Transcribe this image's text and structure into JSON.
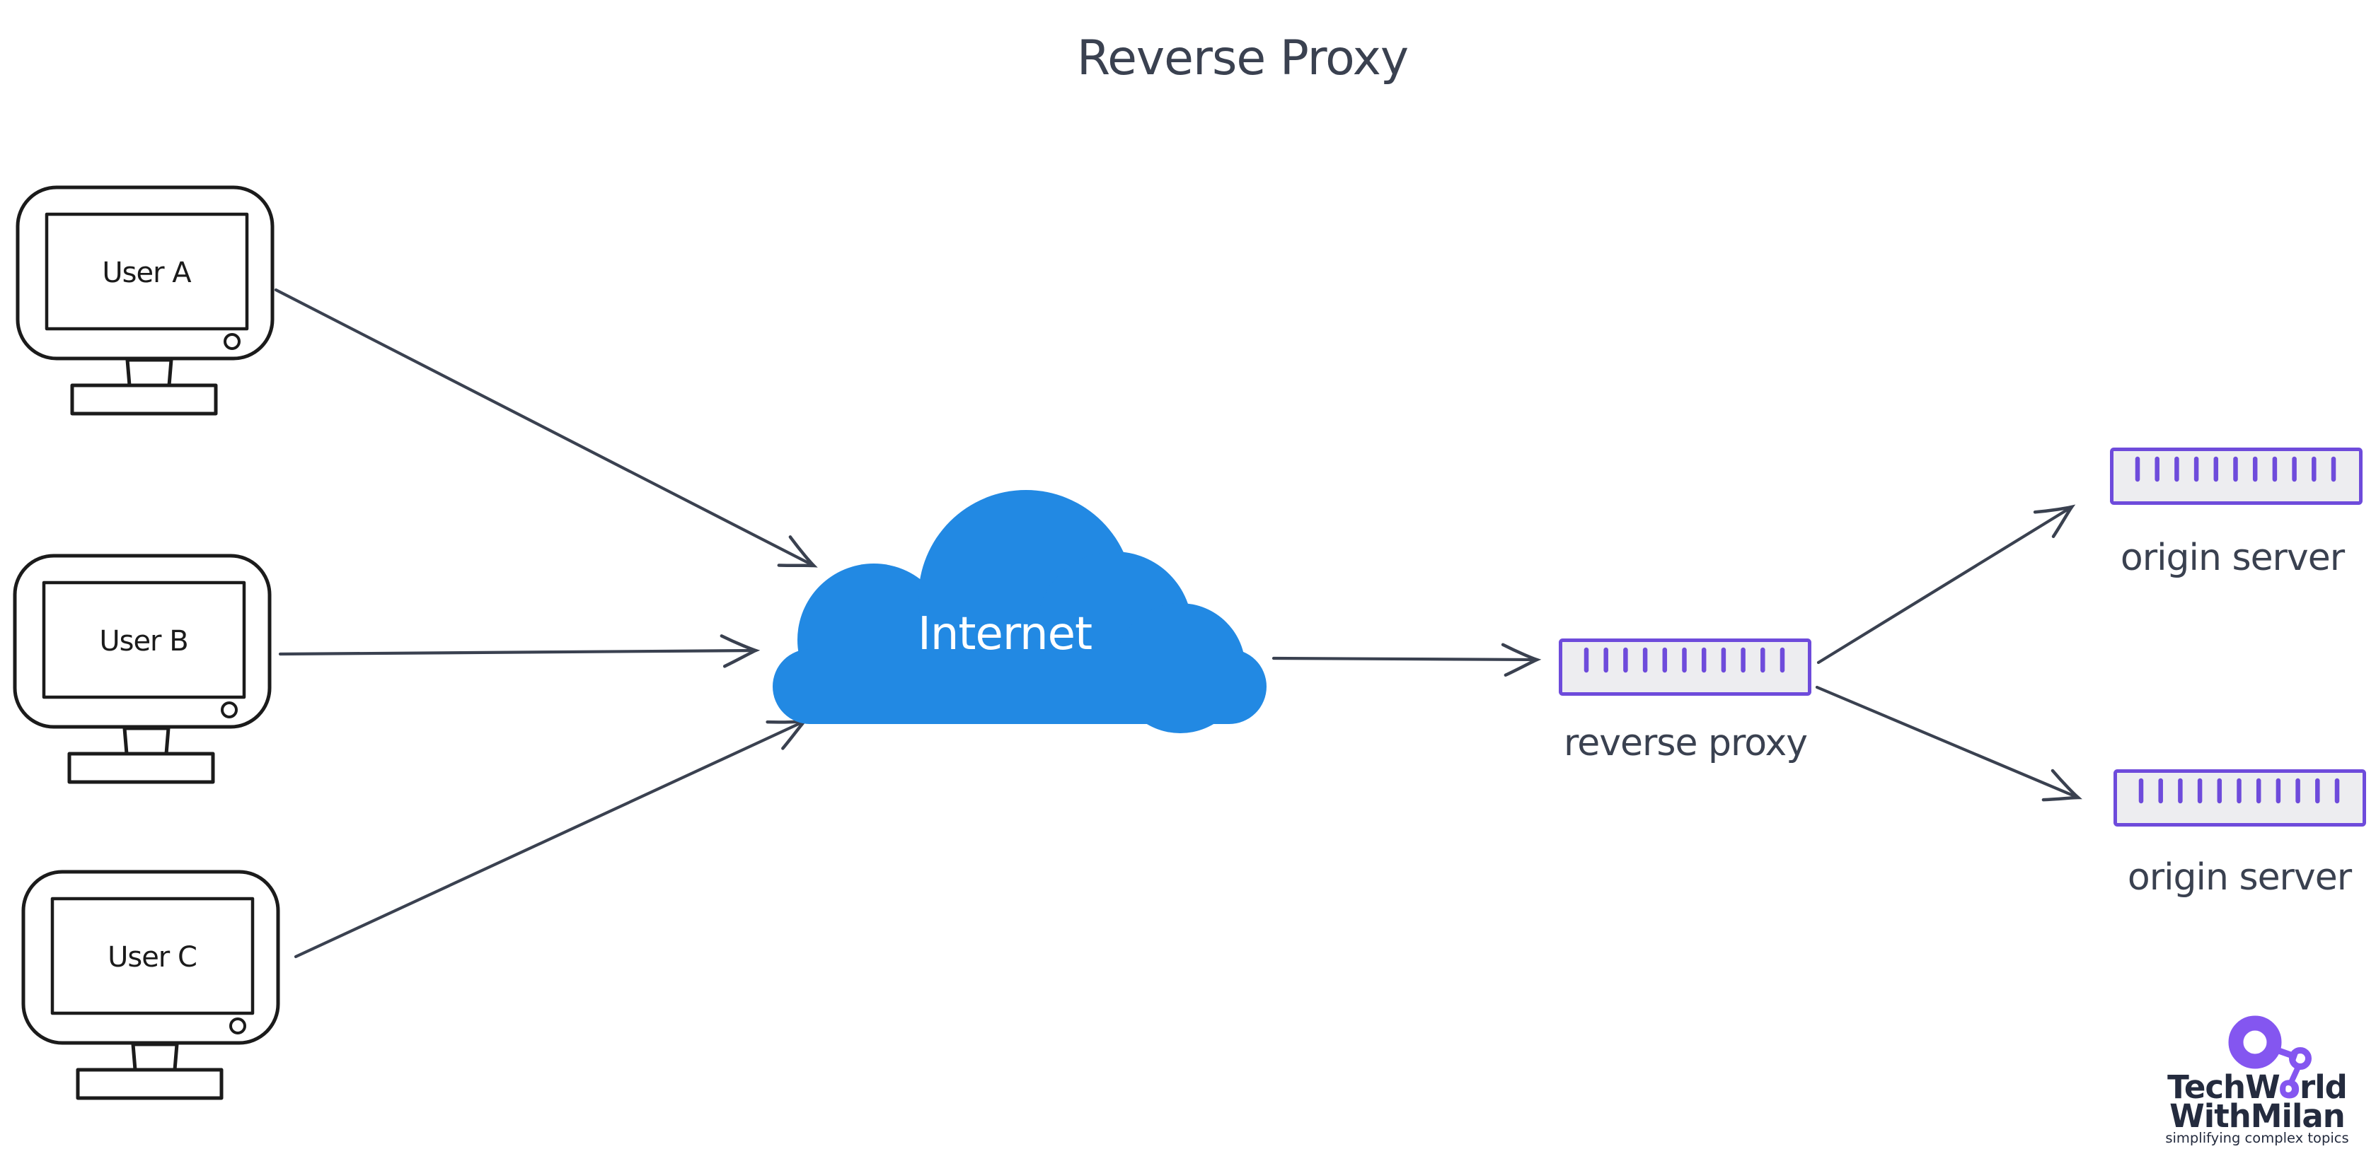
{
  "title": "Reverse Proxy",
  "diagram": {
    "clients": [
      {
        "label": "User A"
      },
      {
        "label": "User B"
      },
      {
        "label": "User C"
      }
    ],
    "internet": {
      "label": "Internet"
    },
    "reverse_proxy": {
      "label": "reverse proxy"
    },
    "origin_servers": [
      {
        "label": "origin server"
      },
      {
        "label": "origin server"
      }
    ],
    "connections": [
      {
        "from": "User A",
        "to": "Internet"
      },
      {
        "from": "User B",
        "to": "Internet"
      },
      {
        "from": "User C",
        "to": "Internet"
      },
      {
        "from": "Internet",
        "to": "reverse proxy"
      },
      {
        "from": "reverse proxy",
        "to": "origin server 1"
      },
      {
        "from": "reverse proxy",
        "to": "origin server 2"
      }
    ]
  },
  "logo": {
    "line1_pre": "TechW",
    "line1_o": "o",
    "line1_post": "rld",
    "line2": "WithMilan",
    "tagline": "simplifying complex topics"
  },
  "colors": {
    "ink_black": "#1b1b1b",
    "ink_slate": "#3a4150",
    "cloud_blue": "#2289e3",
    "cloud_text": "#ffffff",
    "server_purple": "#6e4bdb",
    "server_fill": "#ededf0",
    "logo_navy": "#242b3e",
    "logo_purple": "#8456f0"
  }
}
